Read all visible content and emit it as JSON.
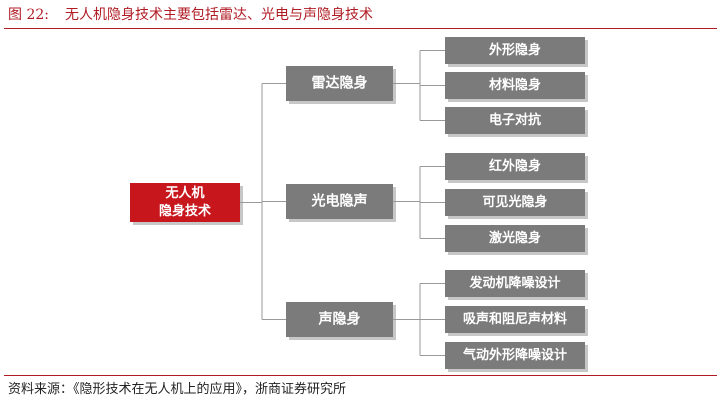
{
  "header": {
    "figure_number": "图 22:",
    "title": "无人机隐身技术主要包括雷达、光电与声隐身技术"
  },
  "diagram": {
    "root": {
      "lines": [
        "无人机",
        "隐身技术"
      ]
    },
    "branches": [
      {
        "label": "雷达隐身",
        "children": [
          "外形隐身",
          "材料隐身",
          "电子对抗"
        ]
      },
      {
        "label": "光电隐声",
        "children": [
          "红外隐身",
          "可见光隐身",
          "激光隐身"
        ]
      },
      {
        "label": "声隐身",
        "children": [
          "发动机降噪设计",
          "吸声和阻尼声材料",
          "气动外形降噪设计"
        ]
      }
    ],
    "colors": {
      "root_fill": "#c8161d",
      "node_fill": "#7b7b7b",
      "shadow": "#c7c7c7",
      "connector": "#9a9a9a",
      "accent": "#b01c24"
    }
  },
  "footer": {
    "source": "资料来源：《隐形技术在无人机上的应用》，浙商证券研究所"
  }
}
